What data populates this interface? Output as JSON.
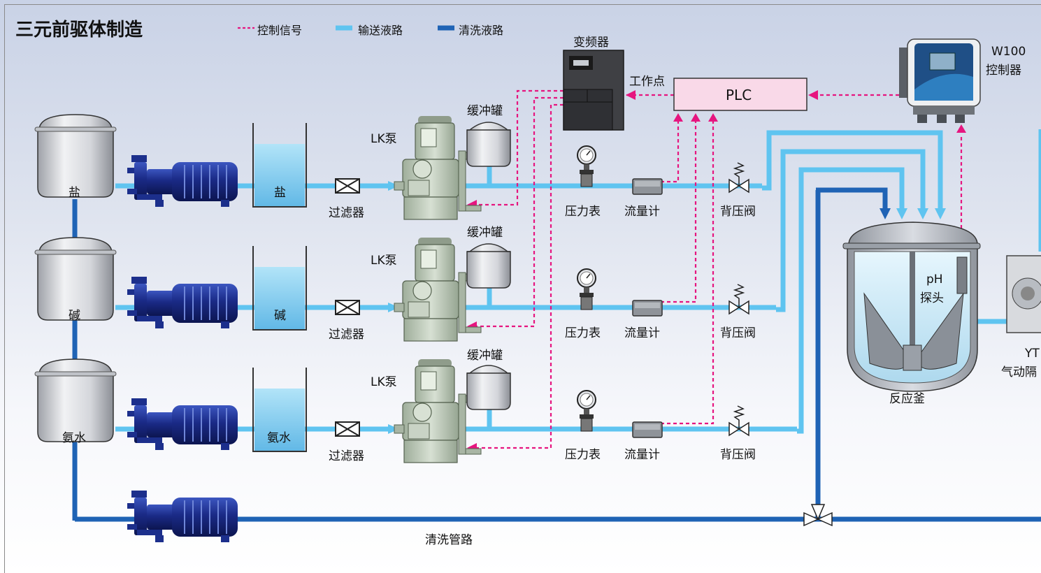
{
  "title": "三元前驱体制造",
  "legend": {
    "control_signal": "控制信号",
    "transfer_line": "输送液路",
    "cleaning_line": "清洗液路"
  },
  "tanks": [
    "盐",
    "碱",
    "氨水"
  ],
  "labels": {
    "filter": "过滤器",
    "lk_pump": "LK泵",
    "buffer_tank": "缓冲罐",
    "pressure_gauge": "压力表",
    "flow_meter": "流量计",
    "back_pressure_valve": "背压阀",
    "inverter": "变频器",
    "working_point": "工作点",
    "plc": "PLC",
    "controller_model": "W100",
    "controller": "控制器",
    "ph_probe_line1": "pH",
    "ph_probe_line2": "探头",
    "reactor": "反应釜",
    "cleaning_pipe": "清洗管路",
    "yt_partial": "YT",
    "pneumatic_partial": "气动隔"
  },
  "colors": {
    "control_signal": "#e6157f",
    "transfer_line": "#5fc4f0",
    "cleaning_line": "#1f63b5",
    "pump_blue": "#1c2f8c",
    "lk_pump_green": "#bcc9b8"
  }
}
